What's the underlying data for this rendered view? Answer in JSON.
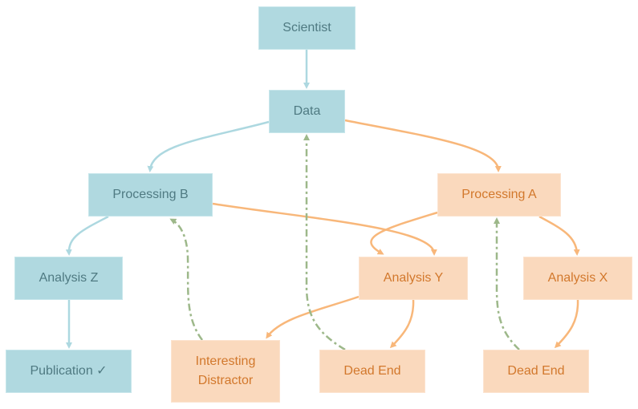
{
  "diagram": {
    "colors": {
      "blue_fill": "#b0d9e0",
      "blue_text": "#4f7a82",
      "blue_edge": "#add8e0",
      "orange_fill": "#fad9bd",
      "orange_text": "#d2782c",
      "orange_edge": "#f8b77a",
      "green_edge": "#9db88a"
    },
    "nodes": [
      {
        "id": "scientist",
        "label": "Scientist",
        "style": "blue"
      },
      {
        "id": "data",
        "label": "Data",
        "style": "blue"
      },
      {
        "id": "processing_b",
        "label": "Processing B",
        "style": "blue"
      },
      {
        "id": "processing_a",
        "label": "Processing A",
        "style": "orange"
      },
      {
        "id": "analysis_z",
        "label": "Analysis Z",
        "style": "blue"
      },
      {
        "id": "analysis_y",
        "label": "Analysis Y",
        "style": "orange"
      },
      {
        "id": "analysis_x",
        "label": "Analysis X",
        "style": "orange"
      },
      {
        "id": "publication",
        "label": "Publication ✓",
        "style": "blue"
      },
      {
        "id": "interesting_distractor",
        "label": "Interesting\nDistractor",
        "style": "orange"
      },
      {
        "id": "dead_end_1",
        "label": "Dead End",
        "style": "orange"
      },
      {
        "id": "dead_end_2",
        "label": "Dead End",
        "style": "orange"
      }
    ],
    "edges": [
      {
        "from": "scientist",
        "to": "data",
        "style": "blue"
      },
      {
        "from": "data",
        "to": "processing_b",
        "style": "blue"
      },
      {
        "from": "data",
        "to": "processing_a",
        "style": "orange"
      },
      {
        "from": "processing_b",
        "to": "analysis_z",
        "style": "blue"
      },
      {
        "from": "processing_b",
        "to": "analysis_y",
        "style": "orange"
      },
      {
        "from": "processing_a",
        "to": "analysis_y",
        "style": "orange"
      },
      {
        "from": "processing_a",
        "to": "analysis_x",
        "style": "orange"
      },
      {
        "from": "analysis_z",
        "to": "publication",
        "style": "blue"
      },
      {
        "from": "analysis_y",
        "to": "interesting_distractor",
        "style": "orange"
      },
      {
        "from": "analysis_y",
        "to": "dead_end_1",
        "style": "orange"
      },
      {
        "from": "analysis_x",
        "to": "dead_end_2",
        "style": "orange"
      },
      {
        "from": "interesting_distractor",
        "to": "processing_b",
        "style": "green-dashed"
      },
      {
        "from": "dead_end_1",
        "to": "data",
        "style": "green-dashed"
      },
      {
        "from": "dead_end_2",
        "to": "processing_a",
        "style": "green-dashed"
      }
    ]
  }
}
